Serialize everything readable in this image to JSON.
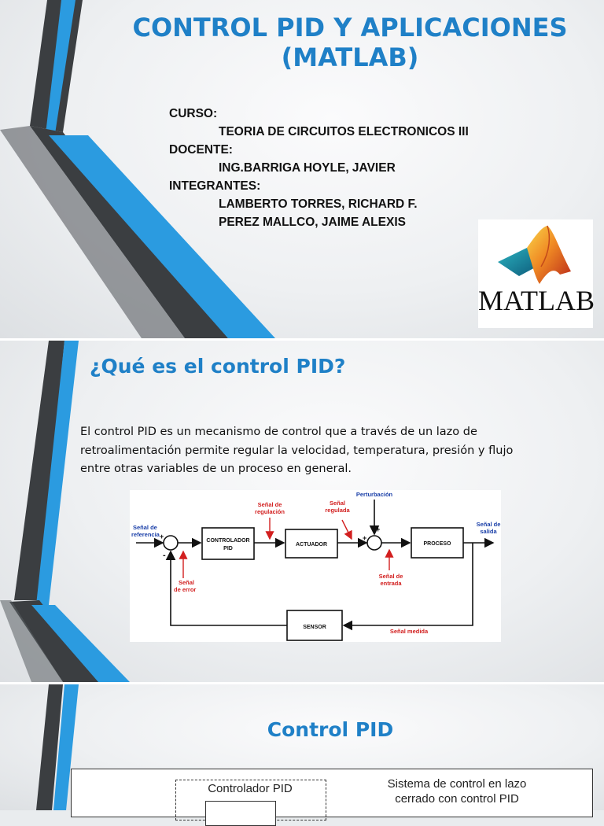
{
  "slide1": {
    "title_line1": "CONTROL PID Y APLICACIONES",
    "title_line2": "(MATLAB)",
    "curso_label": "CURSO:",
    "curso_value": "TEORIA DE CIRCUITOS ELECTRONICOS III",
    "docente_label": "DOCENTE:",
    "docente_value": "ING.BARRIGA HOYLE, JAVIER",
    "integrantes_label": "INTEGRANTES:",
    "integrante_1": "LAMBERTO TORRES, RICHARD F.",
    "integrante_2": "PEREZ MALLCO, JAIME ALEXIS",
    "logo_text": "MATLAB"
  },
  "slide2": {
    "title": "¿Qué es el control PID?",
    "paragraph_line1": "El control PID es un mecanismo de control que a través de un lazo de",
    "paragraph_line2": "retroalimentación permite regular la velocidad, temperatura, presión y flujo",
    "paragraph_line3": "entre otras variables de un proceso en general.",
    "diagram": {
      "ref_line1": "Señal de",
      "ref_line2": "referencia",
      "plus1": "+",
      "minus1": "-",
      "error_line1": "Señal",
      "error_line2": "de error",
      "controller_line1": "CONTROLADOR",
      "controller_line2": "PID",
      "regulation_line1": "Señal de",
      "regulation_line2": "regulación",
      "actuator": "ACTUADOR",
      "regulated_line1": "Señal",
      "regulated_line2": "regulada",
      "disturbance": "Perturbación",
      "plus2": "+",
      "plus3": "+",
      "input_line1": "Señal de",
      "input_line2": "entrada",
      "process": "PROCESO",
      "output_line1": "Señal de",
      "output_line2": "salida",
      "sensor": "SENSOR",
      "measured": "Señal medida"
    }
  },
  "slide3": {
    "title": "Control PID",
    "box_label": "Controlador PID",
    "caption_line1": "Sistema de control en lazo",
    "caption_line2": "cerrado con control PID"
  },
  "colors": {
    "title_blue": "#1f80c7",
    "stripe_blue": "#2b9be0",
    "stripe_dark": "#3a3d40"
  }
}
